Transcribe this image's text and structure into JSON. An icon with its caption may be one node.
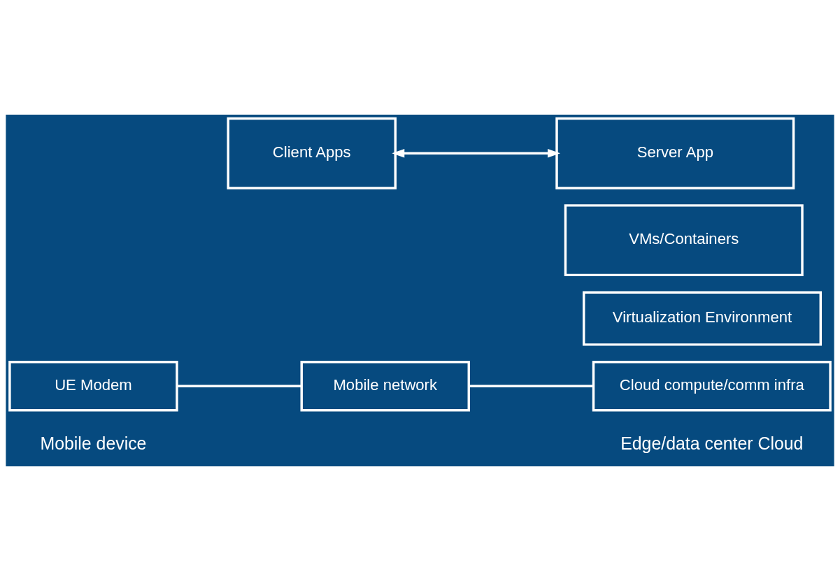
{
  "diagram": {
    "nodes": [
      {
        "text": [
          "Client Apps"
        ]
      },
      {
        "text": [
          "Server App"
        ]
      },
      {
        "text": [
          "VMs/Containers"
        ]
      },
      {
        "text": [
          "Virtualization Environment"
        ]
      },
      {
        "text": [
          "UE Modem"
        ]
      },
      {
        "text": [
          "Mobile network"
        ]
      },
      {
        "text": [
          "Cloud compute/comm infra"
        ]
      }
    ],
    "edges": [
      {
        "from": 0,
        "to": 1,
        "arrow": "both"
      },
      {
        "from": 4,
        "to": 5,
        "arrow": "none"
      },
      {
        "from": 5,
        "to": 6,
        "arrow": "none"
      }
    ],
    "labels": [
      "Mobile device",
      "Edge/data center Cloud"
    ]
  }
}
